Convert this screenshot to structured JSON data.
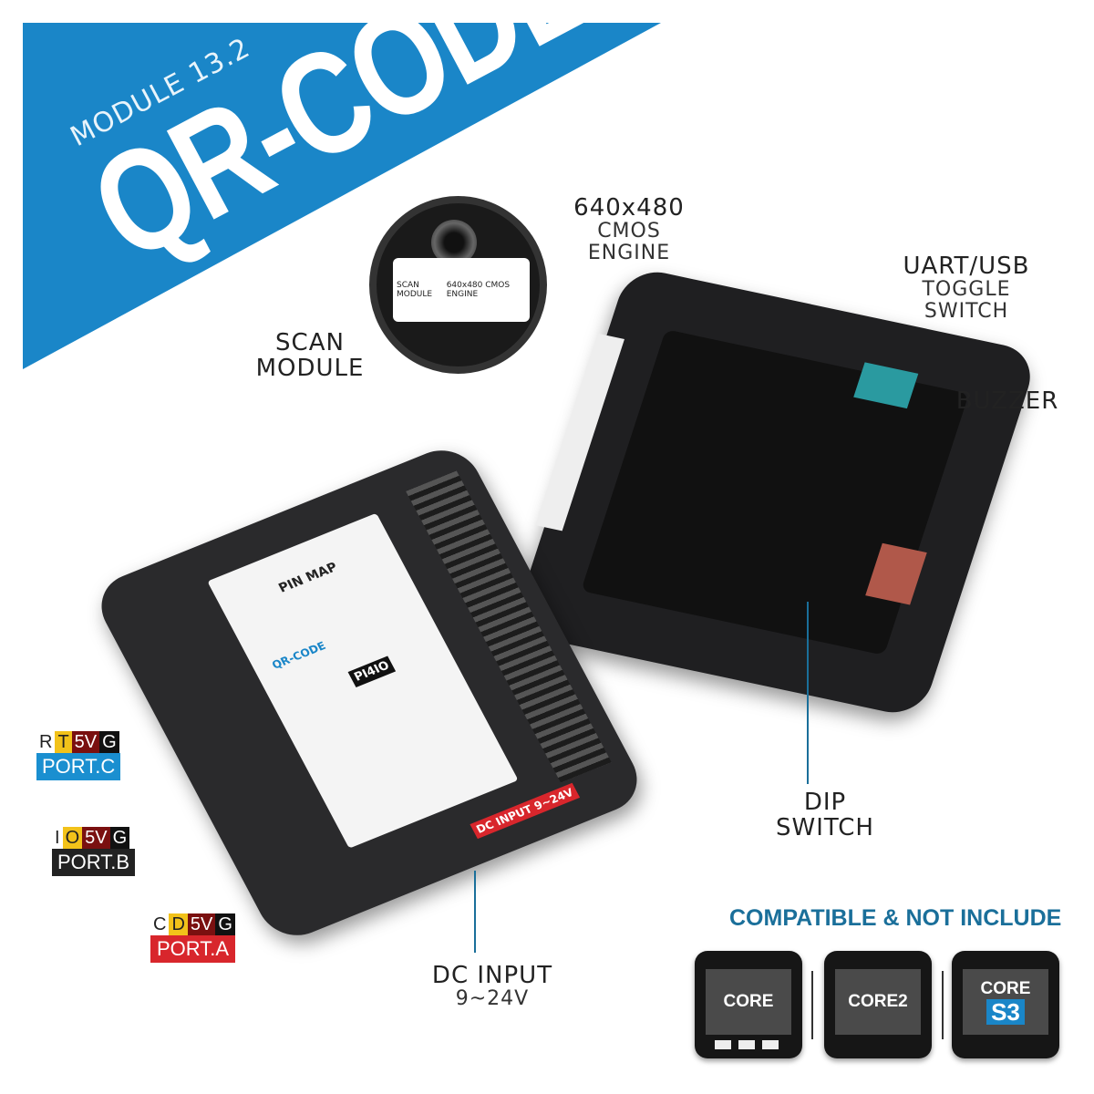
{
  "banner": {
    "module": "MODULE 13.2",
    "title": "QR-CODE",
    "color": "#1a86c8"
  },
  "callouts": {
    "engine": {
      "line1": "640x480",
      "line2": "CMOS",
      "line3": "ENGINE"
    },
    "scan": {
      "line1": "SCAN",
      "line2": "MODULE"
    },
    "uart": {
      "line1": "UART/USB",
      "line2": "TOGGLE",
      "line3": "SWITCH"
    },
    "buzzer": "BUZZER",
    "dip": {
      "line1": "DIP",
      "line2": "SWITCH"
    },
    "dc": {
      "line1": "DC INPUT",
      "line2": "9~24V"
    }
  },
  "magnifier": {
    "scan": "SCAN MODULE",
    "engine": "640x480 CMOS ENGINE"
  },
  "ports": [
    {
      "pins": [
        "R",
        "T",
        "5V",
        "G"
      ],
      "name": "PORT.C",
      "color": "#1a8fd0"
    },
    {
      "pins": [
        "I",
        "O",
        "5V",
        "G"
      ],
      "name": "PORT.B",
      "color": "#222222"
    },
    {
      "pins": [
        "C",
        "D",
        "5V",
        "G"
      ],
      "name": "PORT.A",
      "color": "#d8262c"
    }
  ],
  "device_panel": {
    "pin_map": "PIN MAP",
    "qr": "QR-CODE",
    "chip": "PI4IO",
    "dc": "DC INPUT",
    "dc_range": "9~24V"
  },
  "compatible": {
    "title": "COMPATIBLE & NOT INCLUDE",
    "cores": [
      "CORE",
      "CORE2",
      "CORE",
      "S3"
    ]
  }
}
